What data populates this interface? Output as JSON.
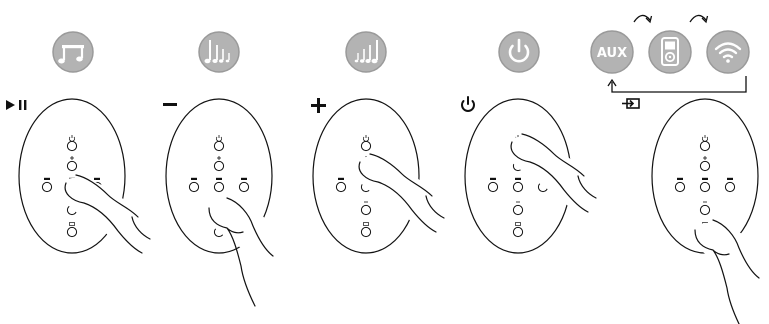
{
  "colors": {
    "icon_fill": "#b3b3b3",
    "icon_stroke": "#9a9a9a",
    "line": "#111111",
    "background": "#ffffff"
  },
  "source_icons": {
    "aux_label": "AUX",
    "sequence": [
      "aux-icon",
      "ipod-icon",
      "wifi-icon"
    ]
  },
  "panels": [
    {
      "id": "play-pause",
      "status_icon": "music-note-icon",
      "action_symbol": "▶ II",
      "pressed": "play-pause"
    },
    {
      "id": "volume-down",
      "status_icon": "volume-down-notes-icon",
      "action_symbol": "−",
      "pressed": "minus"
    },
    {
      "id": "volume-up",
      "status_icon": "volume-up-notes-icon",
      "action_symbol": "+",
      "pressed": "plus"
    },
    {
      "id": "power",
      "status_icon": "power-icon",
      "action_symbol": "⏻",
      "pressed": "power"
    },
    {
      "id": "source",
      "status_icon": "source-cycle-icon",
      "action_symbol": "source-input-icon",
      "pressed": "source"
    }
  ]
}
